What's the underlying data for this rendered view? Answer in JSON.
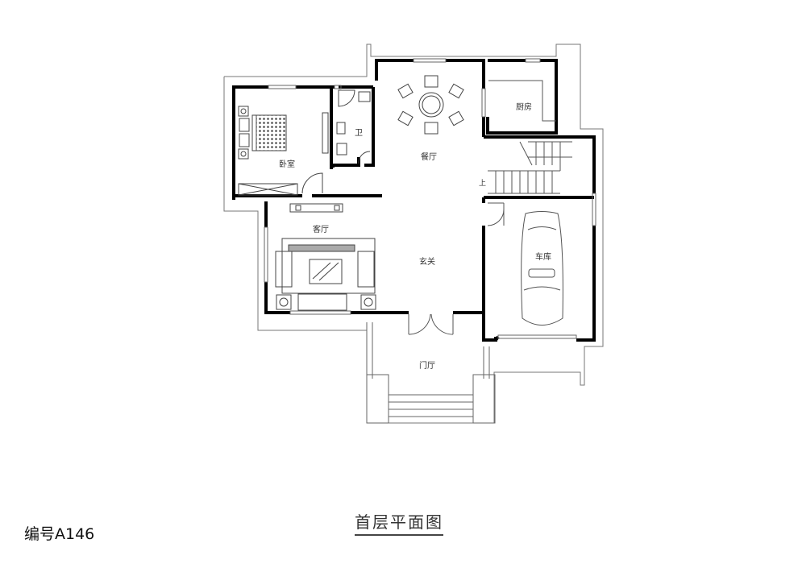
{
  "drawing": {
    "code": "编号A146",
    "title": "首层平面图"
  },
  "rooms": {
    "bedroom": "卧室",
    "bathroom": "卫",
    "dining": "餐厅",
    "kitchen": "厨房",
    "living": "客厅",
    "foyer": "玄关",
    "garage": "车库",
    "porch": "门厅",
    "stair_up": "上"
  },
  "colors": {
    "wall": "#000000",
    "line": "#555555",
    "background": "#ffffff"
  }
}
